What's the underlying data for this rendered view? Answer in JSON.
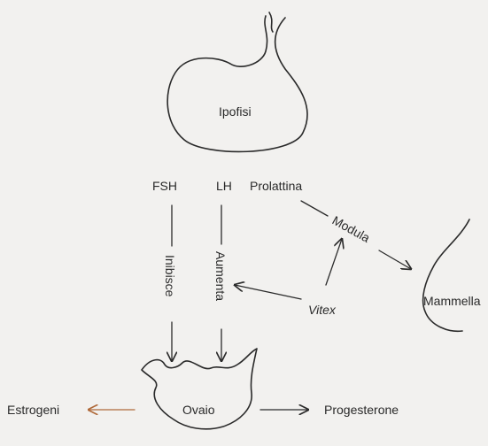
{
  "diagram": {
    "organs": {
      "pituitary": "Ipofisi",
      "ovary": "Ovaio",
      "breast": "Mammella"
    },
    "hormones": {
      "fsh": "FSH",
      "lh": "LH",
      "prolactin": "Prolattina",
      "estrogens": "Estrogeni",
      "progesterone": "Progesterone"
    },
    "effects": {
      "inhibits": "Inibisce",
      "increases": "Aumenta",
      "modulates": "Modula"
    },
    "agent": "Vitex"
  }
}
